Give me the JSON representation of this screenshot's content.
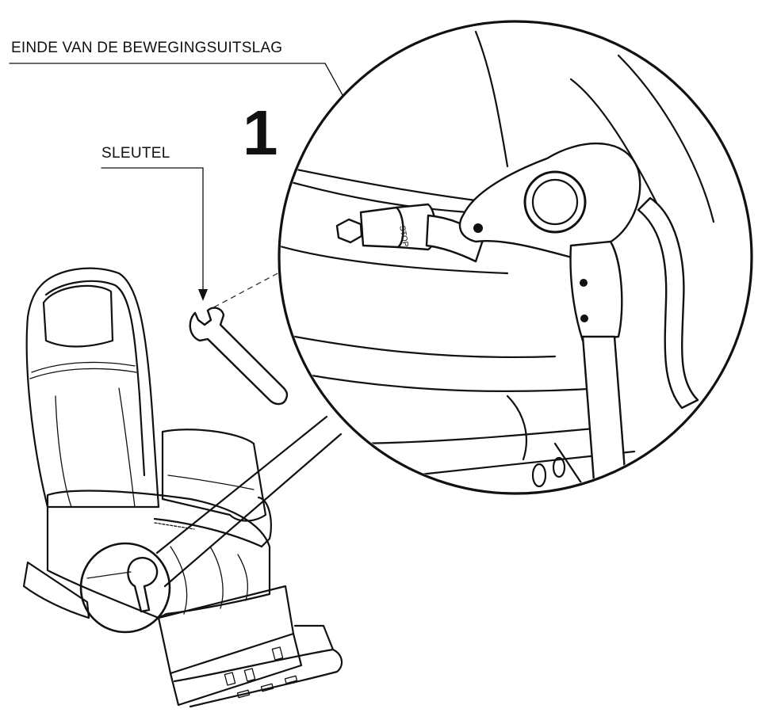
{
  "figure": {
    "callout_end_of_travel": "EINDE VAN DE BEWEGINGSUITSLAG",
    "callout_key": "SLEUTEL",
    "step_number": "1",
    "stop_marking": "STOP"
  },
  "colors": {
    "ink": "#111111",
    "background": "#ffffff"
  }
}
